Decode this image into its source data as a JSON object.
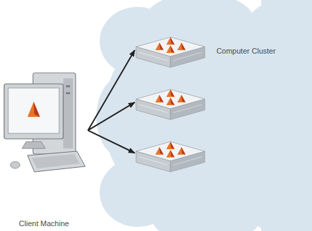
{
  "diagram": {
    "nodes": [
      {
        "text": [
          "Client Machine"
        ]
      },
      {
        "text": [
          "Computer Cluster"
        ]
      }
    ],
    "edges": [
      {
        "from": 0,
        "to": 1,
        "arrow": "to"
      },
      {
        "from": 0,
        "to": 1,
        "arrow": "to"
      },
      {
        "from": 0,
        "to": 1,
        "arrow": "to"
      }
    ]
  }
}
